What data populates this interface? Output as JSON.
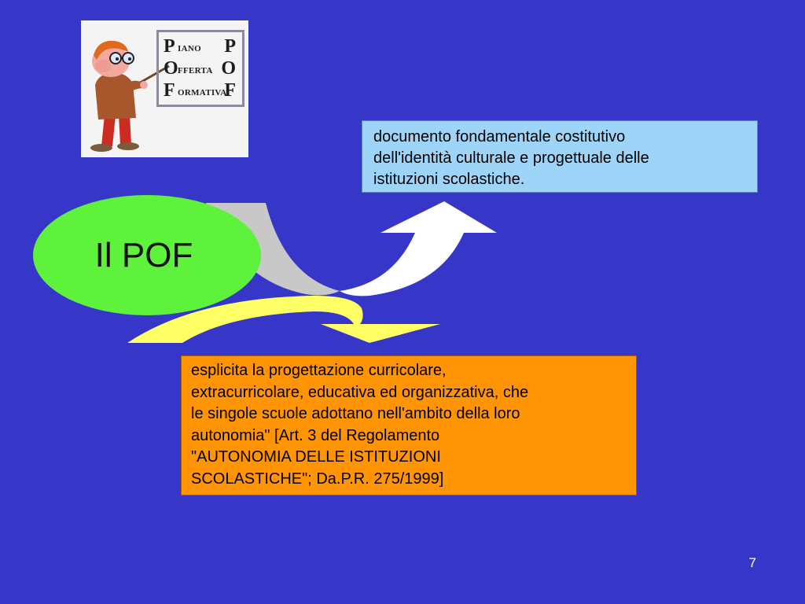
{
  "logo": {
    "rows": [
      {
        "initial": "P",
        "rest": "IANO",
        "right": "P"
      },
      {
        "initial": "O",
        "rest": "FFERTA",
        "right": "O"
      },
      {
        "initial": "F",
        "rest": "ORMATIVA",
        "right": "F"
      }
    ]
  },
  "center_label": "Il POF",
  "definition_box": {
    "lines": [
      "documento fondamentale costitutivo",
      "dell'identità culturale e progettuale delle",
      "istituzioni scolastiche."
    ]
  },
  "description_box": {
    "lines": [
      "esplicita la progettazione curricolare,",
      "extracurricolare, educativa ed organizzativa, che",
      "le singole scuole adottano nell'ambito della loro",
      "autonomia\" [Art. 3 del Regolamento",
      "\"AUTONOMIA DELLE ISTITUZIONI",
      "SCOLASTICHE\"; Da.P.R. 275/1999]"
    ]
  },
  "slide_number": "7",
  "colors": {
    "background": "#3636c9",
    "ellipse": "#5ff23c",
    "definition_box": "#9ed4f7",
    "description_box": "#ff9505",
    "up_arrow": "#ffffff",
    "down_arrow": "#ffff66",
    "curve_shadow": "#c8c8c8"
  }
}
